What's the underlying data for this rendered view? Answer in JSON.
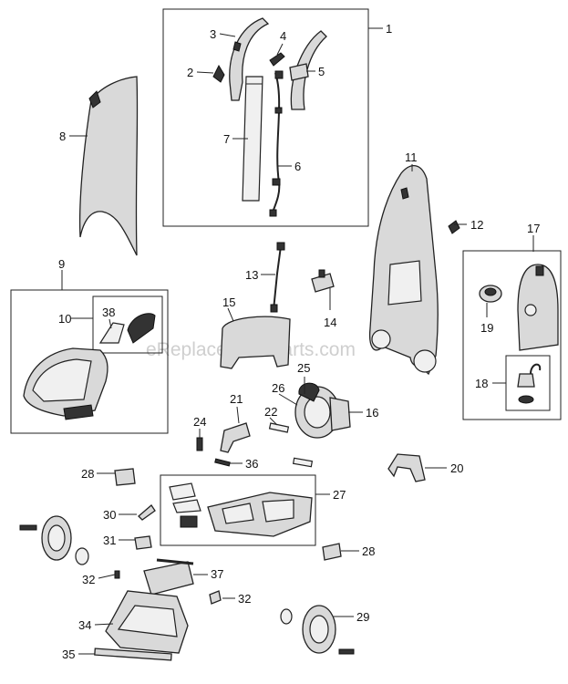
{
  "watermark": "eReplacementParts.com",
  "callouts": {
    "c1": "1",
    "c2": "2",
    "c3": "3",
    "c4": "4",
    "c5": "5",
    "c6": "6",
    "c7": "7",
    "c8": "8",
    "c9": "9",
    "c10": "10",
    "c11": "11",
    "c12": "12",
    "c13": "13",
    "c14": "14",
    "c15": "15",
    "c16": "16",
    "c17": "17",
    "c18": "18",
    "c19": "19",
    "c20": "20",
    "c21": "21",
    "c22": "22",
    "c24": "24",
    "c25": "25",
    "c26": "26",
    "c27": "27",
    "c28a": "28",
    "c28b": "28",
    "c29": "29",
    "c30": "30",
    "c31": "31",
    "c32a": "32",
    "c32b": "32",
    "c34": "34",
    "c35": "35",
    "c36": "36",
    "c37": "37",
    "c38": "38"
  }
}
